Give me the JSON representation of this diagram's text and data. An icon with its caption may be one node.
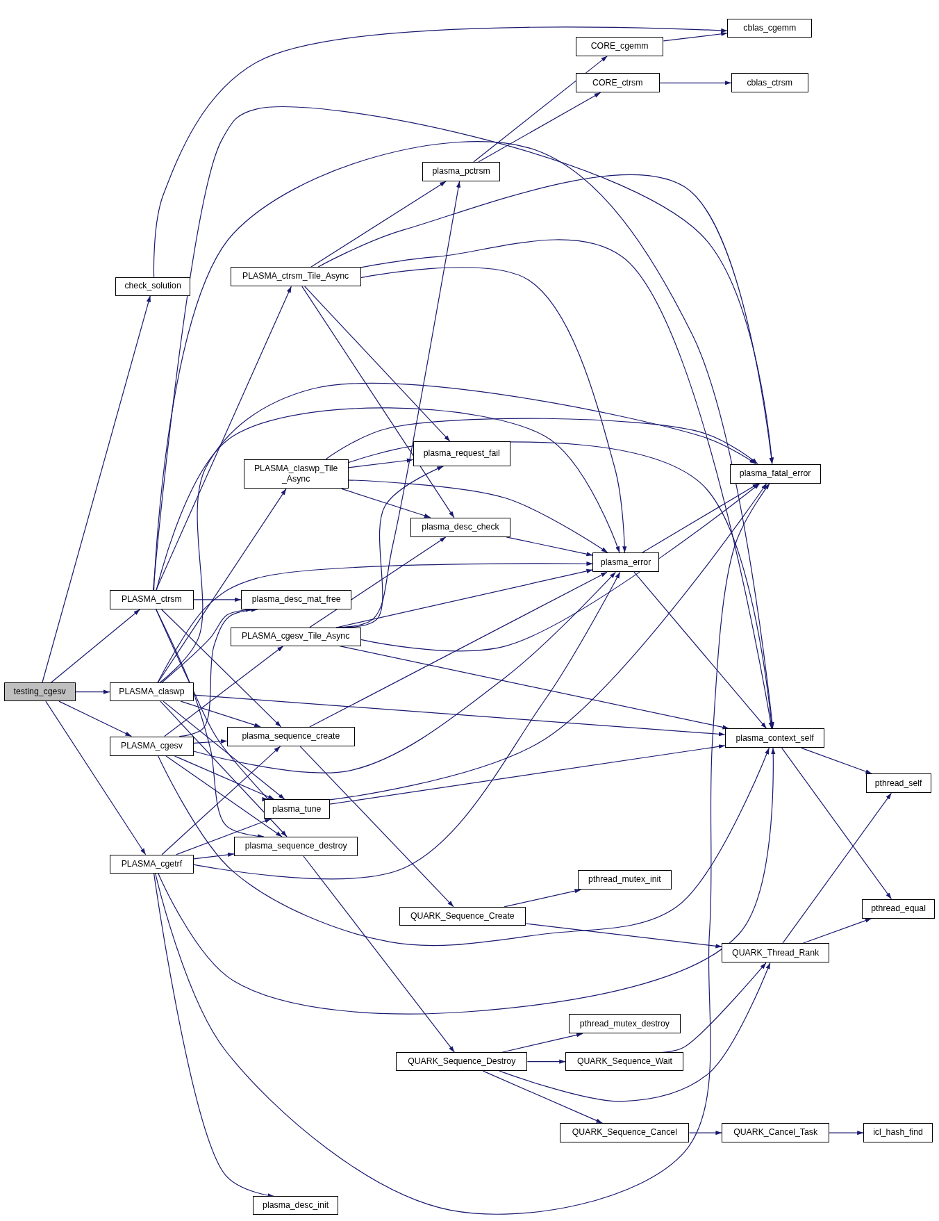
{
  "diagram": {
    "nodes": [
      {
        "text": [
          "testing_cgesv"
        ]
      },
      {
        "text": [
          "check_solution"
        ]
      },
      {
        "text": [
          "PLASMA_ctrsm"
        ]
      },
      {
        "text": [
          "PLASMA_claswp"
        ]
      },
      {
        "text": [
          "PLASMA_cgesv"
        ]
      },
      {
        "text": [
          "PLASMA_cgetrf"
        ]
      },
      {
        "text": [
          "PLASMA_ctrsm_Tile_Async"
        ]
      },
      {
        "text": [
          "PLASMA_claswp_Tile _Async"
        ]
      },
      {
        "text": [
          "plasma_desc_mat_free"
        ]
      },
      {
        "text": [
          "PLASMA_cgesv_Tile_Async"
        ]
      },
      {
        "text": [
          "plasma_sequence_create"
        ]
      },
      {
        "text": [
          "plasma_tune"
        ]
      },
      {
        "text": [
          "plasma_sequence_destroy"
        ]
      },
      {
        "text": [
          "plasma_desc_init"
        ]
      },
      {
        "text": [
          "plasma_pctrsm"
        ]
      },
      {
        "text": [
          "plasma_request_fail"
        ]
      },
      {
        "text": [
          "plasma_desc_check"
        ]
      },
      {
        "text": [
          "QUARK_Sequence_Create"
        ]
      },
      {
        "text": [
          "QUARK_Sequence_Destroy"
        ]
      },
      {
        "text": [
          "CORE_cgemm"
        ]
      },
      {
        "text": [
          "CORE_ctrsm"
        ]
      },
      {
        "text": [
          "plasma_error"
        ]
      },
      {
        "text": [
          "pthread_mutex_init"
        ]
      },
      {
        "text": [
          "pthread_mutex_destroy"
        ]
      },
      {
        "text": [
          "QUARK_Sequence_Wait"
        ]
      },
      {
        "text": [
          "QUARK_Sequence_Cancel"
        ]
      },
      {
        "text": [
          "cblas_cgemm"
        ]
      },
      {
        "text": [
          "cblas_ctrsm"
        ]
      },
      {
        "text": [
          "plasma_fatal_error"
        ]
      },
      {
        "text": [
          "plasma_context_self"
        ]
      },
      {
        "text": [
          "QUARK_Thread_Rank"
        ]
      },
      {
        "text": [
          "QUARK_Cancel_Task"
        ]
      },
      {
        "text": [
          "pthread_self"
        ]
      },
      {
        "text": [
          "pthread_equal"
        ]
      },
      {
        "text": [
          "icl_hash_find"
        ]
      }
    ],
    "edges": [
      {
        "from": 0,
        "to": 1,
        "arrow": "to"
      },
      {
        "from": 0,
        "to": 2,
        "arrow": "to"
      },
      {
        "from": 0,
        "to": 3,
        "arrow": "to"
      },
      {
        "from": 0,
        "to": 4,
        "arrow": "to"
      },
      {
        "from": 0,
        "to": 5,
        "arrow": "to"
      },
      {
        "from": 1,
        "to": 26,
        "arrow": "to"
      },
      {
        "from": 2,
        "to": 28,
        "arrow": "to"
      },
      {
        "from": 2,
        "to": 29,
        "arrow": "to"
      },
      {
        "from": 2,
        "to": 6,
        "arrow": "to"
      },
      {
        "from": 2,
        "to": 21,
        "arrow": "to"
      },
      {
        "from": 2,
        "to": 8,
        "arrow": "to"
      },
      {
        "from": 2,
        "to": 10,
        "arrow": "to"
      },
      {
        "from": 2,
        "to": 11,
        "arrow": "to"
      },
      {
        "from": 2,
        "to": 12,
        "arrow": "to"
      },
      {
        "from": 3,
        "to": 28,
        "arrow": "to"
      },
      {
        "from": 3,
        "to": 7,
        "arrow": "to"
      },
      {
        "from": 3,
        "to": 21,
        "arrow": "to"
      },
      {
        "from": 3,
        "to": 8,
        "arrow": "to"
      },
      {
        "from": 3,
        "to": 29,
        "arrow": "to"
      },
      {
        "from": 3,
        "to": 10,
        "arrow": "to"
      },
      {
        "from": 3,
        "to": 11,
        "arrow": "to"
      },
      {
        "from": 3,
        "to": 12,
        "arrow": "to"
      },
      {
        "from": 4,
        "to": 8,
        "arrow": "to"
      },
      {
        "from": 4,
        "to": 9,
        "arrow": "to"
      },
      {
        "from": 4,
        "to": 10,
        "arrow": "to"
      },
      {
        "from": 4,
        "to": 21,
        "arrow": "to"
      },
      {
        "from": 4,
        "to": 11,
        "arrow": "to"
      },
      {
        "from": 4,
        "to": 12,
        "arrow": "to"
      },
      {
        "from": 4,
        "to": 29,
        "arrow": "to"
      },
      {
        "from": 5,
        "to": 10,
        "arrow": "to"
      },
      {
        "from": 5,
        "to": 11,
        "arrow": "to"
      },
      {
        "from": 5,
        "to": 12,
        "arrow": "to"
      },
      {
        "from": 5,
        "to": 21,
        "arrow": "to"
      },
      {
        "from": 5,
        "to": 29,
        "arrow": "to"
      },
      {
        "from": 5,
        "to": 28,
        "arrow": "to"
      },
      {
        "from": 5,
        "to": 13,
        "arrow": "to"
      },
      {
        "from": 6,
        "to": 14,
        "arrow": "to"
      },
      {
        "from": 6,
        "to": 28,
        "arrow": "to"
      },
      {
        "from": 6,
        "to": 29,
        "arrow": "to"
      },
      {
        "from": 6,
        "to": 21,
        "arrow": "to"
      },
      {
        "from": 6,
        "to": 15,
        "arrow": "to"
      },
      {
        "from": 6,
        "to": 16,
        "arrow": "to"
      },
      {
        "from": 7,
        "to": 28,
        "arrow": "to"
      },
      {
        "from": 7,
        "to": 29,
        "arrow": "to"
      },
      {
        "from": 7,
        "to": 15,
        "arrow": "to"
      },
      {
        "from": 7,
        "to": 21,
        "arrow": "to"
      },
      {
        "from": 7,
        "to": 16,
        "arrow": "to"
      },
      {
        "from": 9,
        "to": 14,
        "arrow": "to"
      },
      {
        "from": 9,
        "to": 15,
        "arrow": "to"
      },
      {
        "from": 9,
        "to": 16,
        "arrow": "to"
      },
      {
        "from": 9,
        "to": 21,
        "arrow": "to"
      },
      {
        "from": 9,
        "to": 28,
        "arrow": "to"
      },
      {
        "from": 9,
        "to": 29,
        "arrow": "to"
      },
      {
        "from": 10,
        "to": 21,
        "arrow": "to"
      },
      {
        "from": 10,
        "to": 17,
        "arrow": "to"
      },
      {
        "from": 11,
        "to": 28,
        "arrow": "to"
      },
      {
        "from": 11,
        "to": 29,
        "arrow": "to"
      },
      {
        "from": 12,
        "to": 18,
        "arrow": "to"
      },
      {
        "from": 14,
        "to": 19,
        "arrow": "to"
      },
      {
        "from": 14,
        "to": 20,
        "arrow": "to"
      },
      {
        "from": 16,
        "to": 21,
        "arrow": "to"
      },
      {
        "from": 17,
        "to": 22,
        "arrow": "to"
      },
      {
        "from": 17,
        "to": 30,
        "arrow": "to"
      },
      {
        "from": 18,
        "to": 23,
        "arrow": "to"
      },
      {
        "from": 18,
        "to": 24,
        "arrow": "to"
      },
      {
        "from": 18,
        "to": 30,
        "arrow": "to"
      },
      {
        "from": 18,
        "to": 25,
        "arrow": "to"
      },
      {
        "from": 19,
        "to": 26,
        "arrow": "to"
      },
      {
        "from": 20,
        "to": 27,
        "arrow": "to"
      },
      {
        "from": 21,
        "to": 28,
        "arrow": "to"
      },
      {
        "from": 21,
        "to": 29,
        "arrow": "to"
      },
      {
        "from": 24,
        "to": 30,
        "arrow": "to"
      },
      {
        "from": 25,
        "to": 31,
        "arrow": "to"
      },
      {
        "from": 29,
        "to": 32,
        "arrow": "to"
      },
      {
        "from": 29,
        "to": 33,
        "arrow": "to"
      },
      {
        "from": 30,
        "to": 32,
        "arrow": "to"
      },
      {
        "from": 30,
        "to": 33,
        "arrow": "to"
      },
      {
        "from": 31,
        "to": 34,
        "arrow": "to"
      }
    ]
  }
}
